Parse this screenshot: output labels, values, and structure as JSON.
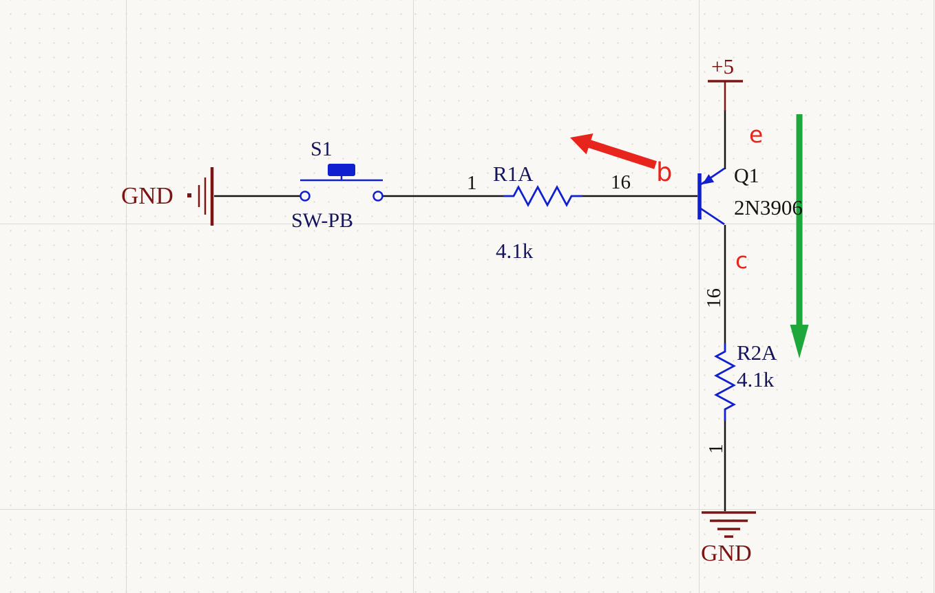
{
  "schematic": {
    "power": {
      "vcc_label": "+5",
      "gnd_left_label": "GND",
      "gnd_bottom_label": "GND"
    },
    "switch_s1": {
      "ref": "S1",
      "part": "SW-PB"
    },
    "resistor_r1a": {
      "ref": "R1A",
      "value": "4.1k",
      "pin_left": "1",
      "pin_right": "16"
    },
    "transistor_q1": {
      "ref": "Q1",
      "part": "2N3906"
    },
    "resistor_r2a": {
      "ref": "R2A",
      "value": "4.1k",
      "pin_top": "16",
      "pin_bottom": "1"
    },
    "annotations": {
      "emitter": "e",
      "base": "b",
      "collector": "c"
    }
  },
  "colors": {
    "component_blue": "#1020d0",
    "power_maroon": "#7d1414",
    "designator_navy": "#14145e",
    "wire_black": "#141414",
    "annotation_red": "#e8251c",
    "annotation_green": "#1ea83c",
    "background": "#faf8f4"
  }
}
